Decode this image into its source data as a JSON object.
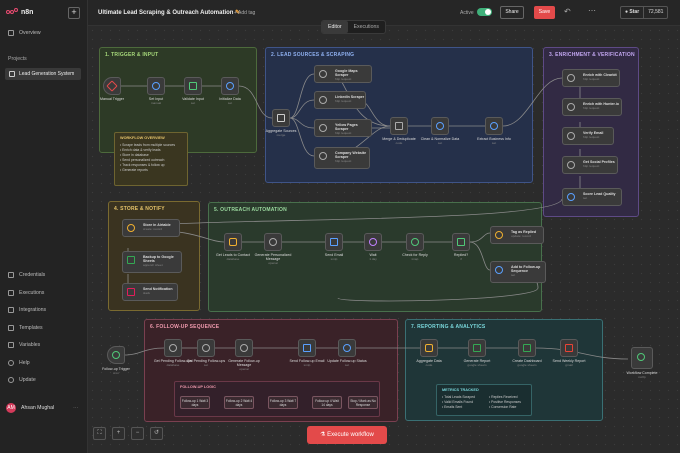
{
  "app": {
    "name": "n8n",
    "new_label": "+"
  },
  "sidebar": {
    "overview": "Overview",
    "projects": "Projects",
    "project": "Lead Generation System",
    "bottom": [
      "Credentials",
      "Executions",
      "Integrations",
      "Templates",
      "Variables",
      "Help",
      "Update"
    ],
    "user": {
      "initials": "AM",
      "name": "Ahsan Mughal",
      "more": "⋯"
    }
  },
  "header": {
    "title": "Ultimate Lead Scraping & Outreach Automation",
    "add_tag": "+ Add tag",
    "active_label": "Active",
    "share": "Share",
    "save": "Save",
    "undo": "↶",
    "more": "⋯",
    "github": "Star",
    "stars": "72,581"
  },
  "tabs": [
    "Editor",
    "Executions"
  ],
  "stickies": {
    "s1": "1. TRIGGER & INPUT",
    "s2": "2. LEAD SOURCES & SCRAPING",
    "s3": "3. ENRICHMENT & VERIFICATION",
    "s4": "4. STORE & NOTIFY",
    "s5": "5. OUTREACH AUTOMATION",
    "s6": "6. FOLLOW-UP SEQUENCE",
    "s7": "7. REPORTING & ANALYTICS"
  },
  "overview_box": {
    "title": "WORKFLOW OVERVIEW",
    "lines": [
      "• Scrape leads from multiple sources",
      "• Enrich data & verify leads",
      "• Store in database",
      "• Send personalized outreach",
      "• Track responses & follow up",
      "• Generate reports"
    ]
  },
  "nodes": {
    "manual": {
      "label": "Manual Trigger",
      "sub": ""
    },
    "setinput": {
      "label": "Set Input",
      "sub": "manual"
    },
    "validate": {
      "label": "Validate Input",
      "sub": "set"
    },
    "init": {
      "label": "Initialize Data",
      "sub": "set"
    },
    "aggregate": {
      "label": "Aggregate Sources",
      "sub": "merge"
    },
    "gmaps": {
      "label": "Google Maps Scraper",
      "sub": "http request"
    },
    "linkedin": {
      "label": "LinkedIn Scraper",
      "sub": "http request"
    },
    "yellow": {
      "label": "Yellow Pages Scraper",
      "sub": "http request"
    },
    "company": {
      "label": "Company Website Scraper",
      "sub": "http request"
    },
    "mergededup": {
      "label": "Merge & Deduplicate",
      "sub": "code"
    },
    "clean": {
      "label": "Clean & Normalize Data",
      "sub": "set"
    },
    "extract": {
      "label": "Extract Business Info",
      "sub": "set"
    },
    "clearbit": {
      "label": "Enrich with Clearbit",
      "sub": "http request"
    },
    "hunter": {
      "label": "Enrich with Hunter.io",
      "sub": "http request"
    },
    "verify": {
      "label": "Verify Email",
      "sub": "http request"
    },
    "social": {
      "label": "Get Social Profiles",
      "sub": "http request"
    },
    "score": {
      "label": "Score Lead Quality",
      "sub": "set"
    },
    "airtable": {
      "label": "Store in Airtable",
      "sub": "create: record"
    },
    "gsheets": {
      "label": "Backup to Google Sheets",
      "sub": "append: sheet"
    },
    "slack": {
      "label": "Send Notification",
      "sub": "slack"
    },
    "getcontact": {
      "label": "Get Leads to Contact",
      "sub": "database"
    },
    "genmsg": {
      "label": "Generate Personalized Message",
      "sub": "openai"
    },
    "sendemail": {
      "label": "Send Email",
      "sub": "smtp"
    },
    "wait": {
      "label": "Wait",
      "sub": "1 day"
    },
    "checkreply": {
      "label": "Check for Reply",
      "sub": "imap"
    },
    "replied": {
      "label": "Replied?",
      "sub": "if"
    },
    "tagreplied": {
      "label": "Tag as Replied",
      "sub": "update: record"
    },
    "addfollow": {
      "label": "Add to Follow-up Sequence",
      "sub": "set"
    },
    "fotrigger": {
      "label": "Follow-up Trigger",
      "sub": "cron"
    },
    "getpending": {
      "label": "Get Pending Follow-ups",
      "sub": "database"
    },
    "getpending2": {
      "label": "Get Pending Follow-ups",
      "sub": "set"
    },
    "genfollow": {
      "label": "Generate Follow-up Message",
      "sub": "openai"
    },
    "sendfollow": {
      "label": "Send Follow-up Email",
      "sub": "smtp"
    },
    "updatefollow": {
      "label": "Update Follow-up Status",
      "sub": "set"
    },
    "aggdata": {
      "label": "Aggregate Data",
      "sub": "code"
    },
    "genreport": {
      "label": "Generate Report",
      "sub": "google sheets"
    },
    "dashboard": {
      "label": "Create Dashboard",
      "sub": "google sheets"
    },
    "weekly": {
      "label": "Send Weekly Report",
      "sub": "gmail"
    },
    "complete": {
      "label": "Workflow Complete",
      "sub": "noOp"
    }
  },
  "followup_logic": {
    "title": "FOLLOW-UP LOGIC",
    "steps": [
      "Follow-up 1 Wait 3 days",
      "Follow-up 2 Wait 4 days",
      "Follow-up 3 Wait 7 days",
      "Follow-up 4 Wait 14 days",
      "Stop / Mark as No Response"
    ]
  },
  "metrics": {
    "title": "METRICS TRACKED",
    "left": [
      "• Total Leads Scraped",
      "• Valid Emails Found",
      "• Emails Sent"
    ],
    "right": [
      "• Replies Received",
      "• Positive Responses",
      "• Conversion Rate"
    ]
  },
  "controls": {
    "fit": "⛶",
    "zoom_in": "+",
    "zoom_out": "−",
    "reset": "↺",
    "execute": "Execute workflow"
  },
  "colors": {
    "accent": "#e34a4a",
    "active": "#3fb07a"
  }
}
